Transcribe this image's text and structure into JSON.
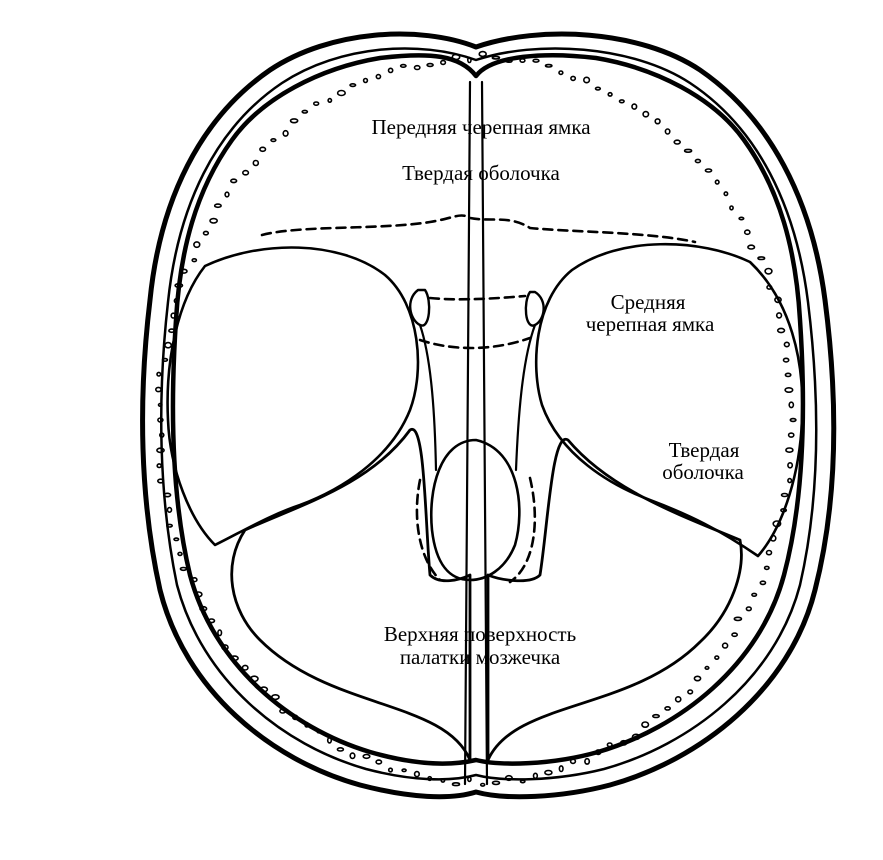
{
  "diagram": {
    "subject": "skull base interior view",
    "ink_color": "#000000",
    "paper_color": "#ffffff",
    "labels": {
      "anterior_fossa": "Передняя черепная ямка",
      "dura_top": "Твердая оболочка",
      "middle_fossa_line1": "Средняя",
      "middle_fossa_line2": "черепная ямка",
      "dura_right_line1": "Твердая",
      "dura_right_line2": "оболочка",
      "tentorium_line1": "Верхняя поверхность",
      "tentorium_line2": "палатки мозжечка"
    }
  }
}
